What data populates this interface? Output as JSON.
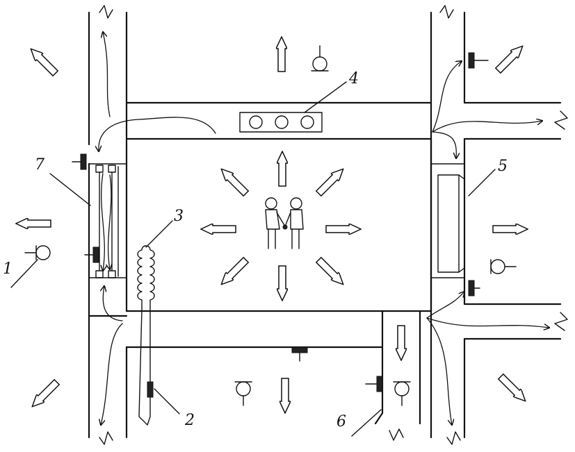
{
  "callouts": {
    "c1": "1",
    "c2": "2",
    "c3": "3",
    "c4": "4",
    "c5": "5",
    "c6": "6",
    "c7": "7"
  },
  "icons": {
    "arrow": "hollow-block-arrow-icon",
    "sensor": "wall-sensor-icon",
    "flow": "airflow-curve-icon",
    "people": "two-people-icon",
    "ceiling_unit": "three-lamp-fixture-icon"
  }
}
